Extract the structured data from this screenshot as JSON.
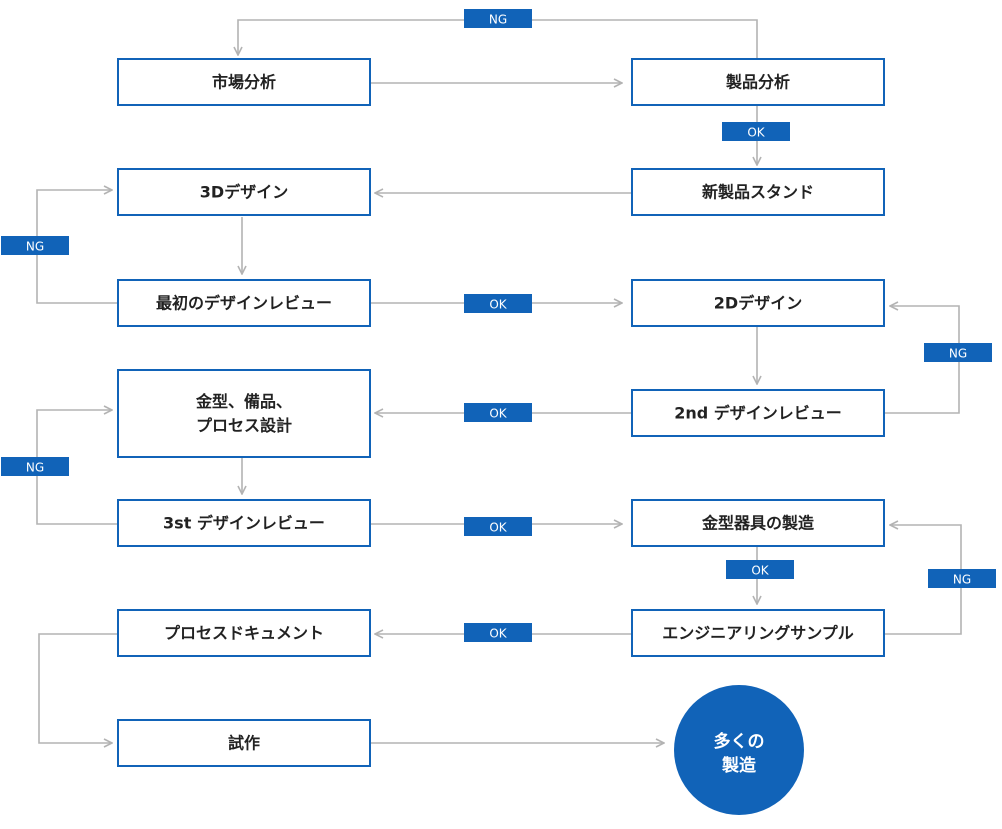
{
  "colors": {
    "box_border": "#1163b8",
    "badge": "#1163b8",
    "connector": "#b3b3b3",
    "text": "#222222"
  },
  "nodes": {
    "market_analysis": [
      "市場分析"
    ],
    "product_analysis": [
      "製品分析"
    ],
    "new_product_stand": [
      "新製品スタンド"
    ],
    "design_3d": [
      "3Dデザイン"
    ],
    "first_design_review": [
      "最初のデザインレビュー"
    ],
    "design_2d": [
      "2Dデザイン"
    ],
    "mold_process_design": [
      "金型、備品、",
      "プロセス設計"
    ],
    "second_design_review": [
      "2nd デザインレビュー"
    ],
    "third_design_review": [
      "3st デザインレビュー"
    ],
    "mold_manufacturing": [
      "金型器具の製造"
    ],
    "process_document": [
      "プロセスドキュメント"
    ],
    "engineering_sample": [
      "エンジニアリングサンプル"
    ],
    "prototype": [
      "試作"
    ],
    "mass_production": [
      "多くの",
      "製造"
    ]
  },
  "badges": {
    "ng_top": "NG",
    "ok_product": "OK",
    "ng_left_1": "NG",
    "ok_review_1": "OK",
    "ng_right_1": "NG",
    "ok_review_2": "OK",
    "ng_left_2": "NG",
    "ok_review_3": "OK",
    "ok_mold": "OK",
    "ng_right_2": "NG",
    "ok_sample": "OK"
  }
}
